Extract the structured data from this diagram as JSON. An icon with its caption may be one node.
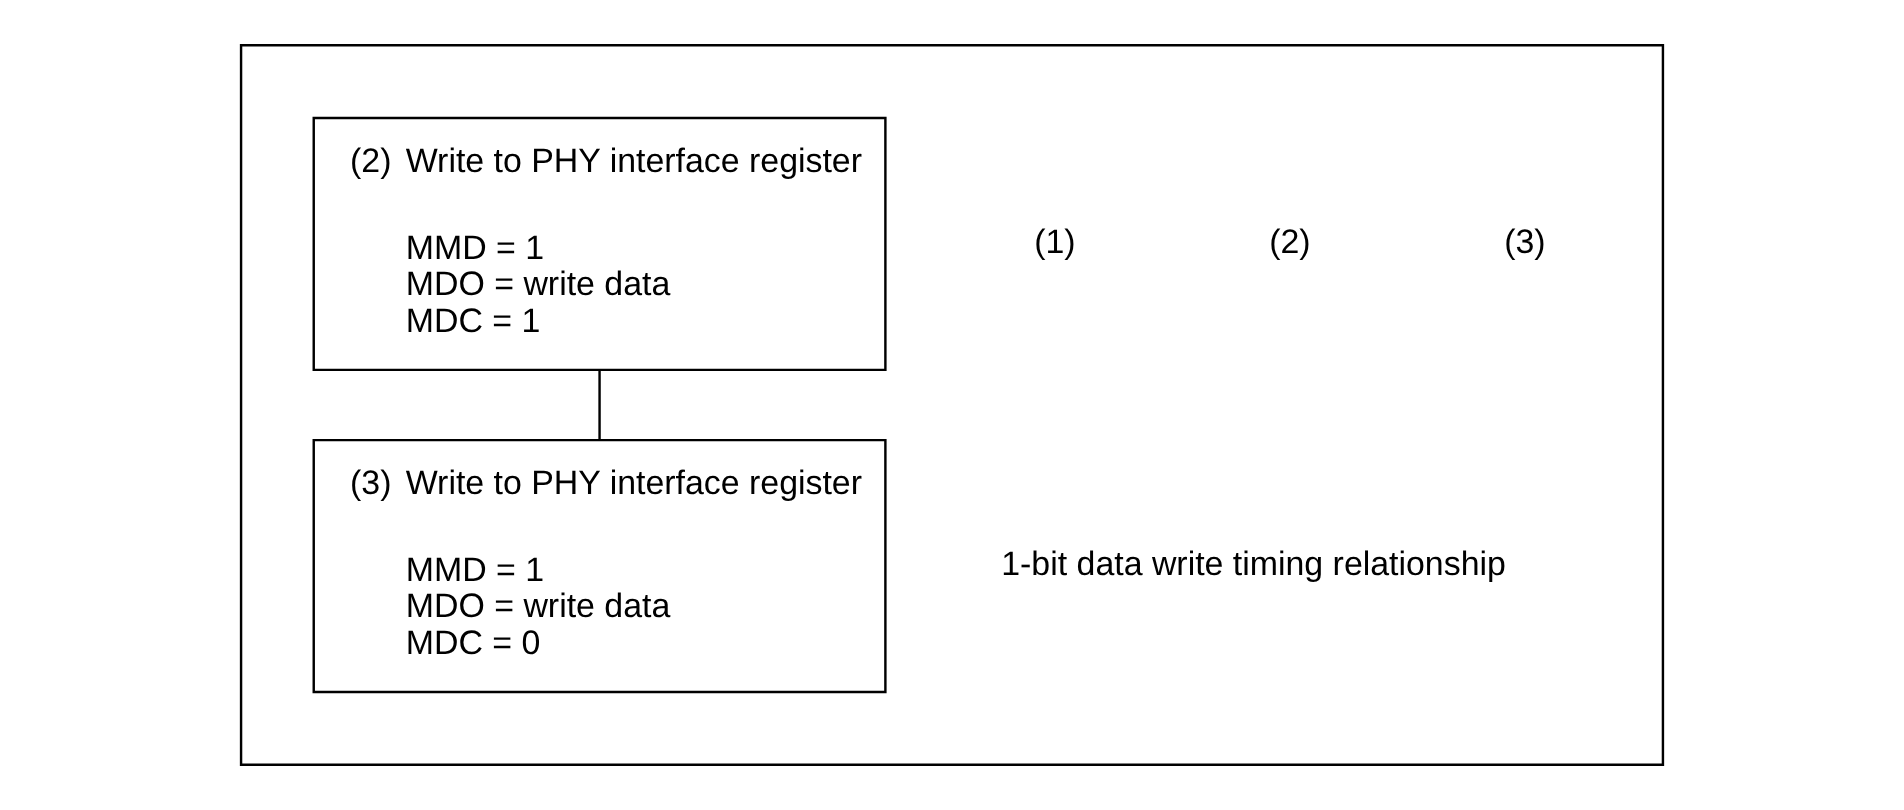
{
  "diagram": {
    "nodes": [
      {
        "text": [],
        "shape": "box"
      },
      {
        "text": [
          "(2)",
          "Write to PHY interface register",
          "MMD = 1",
          "MDO = write data",
          "MDC = 1"
        ],
        "in": 0
      },
      {
        "text": [
          "(3)",
          "Write to PHY interface register",
          "MMD = 1",
          "MDO = write data",
          "MDC = 0"
        ],
        "in": 0
      }
    ],
    "edges": [
      {
        "from": 1,
        "to": 2,
        "arrow": "none"
      }
    ],
    "labels": [
      "(1)",
      "(2)",
      "(3)",
      "1-bit data write timing relationship"
    ]
  }
}
